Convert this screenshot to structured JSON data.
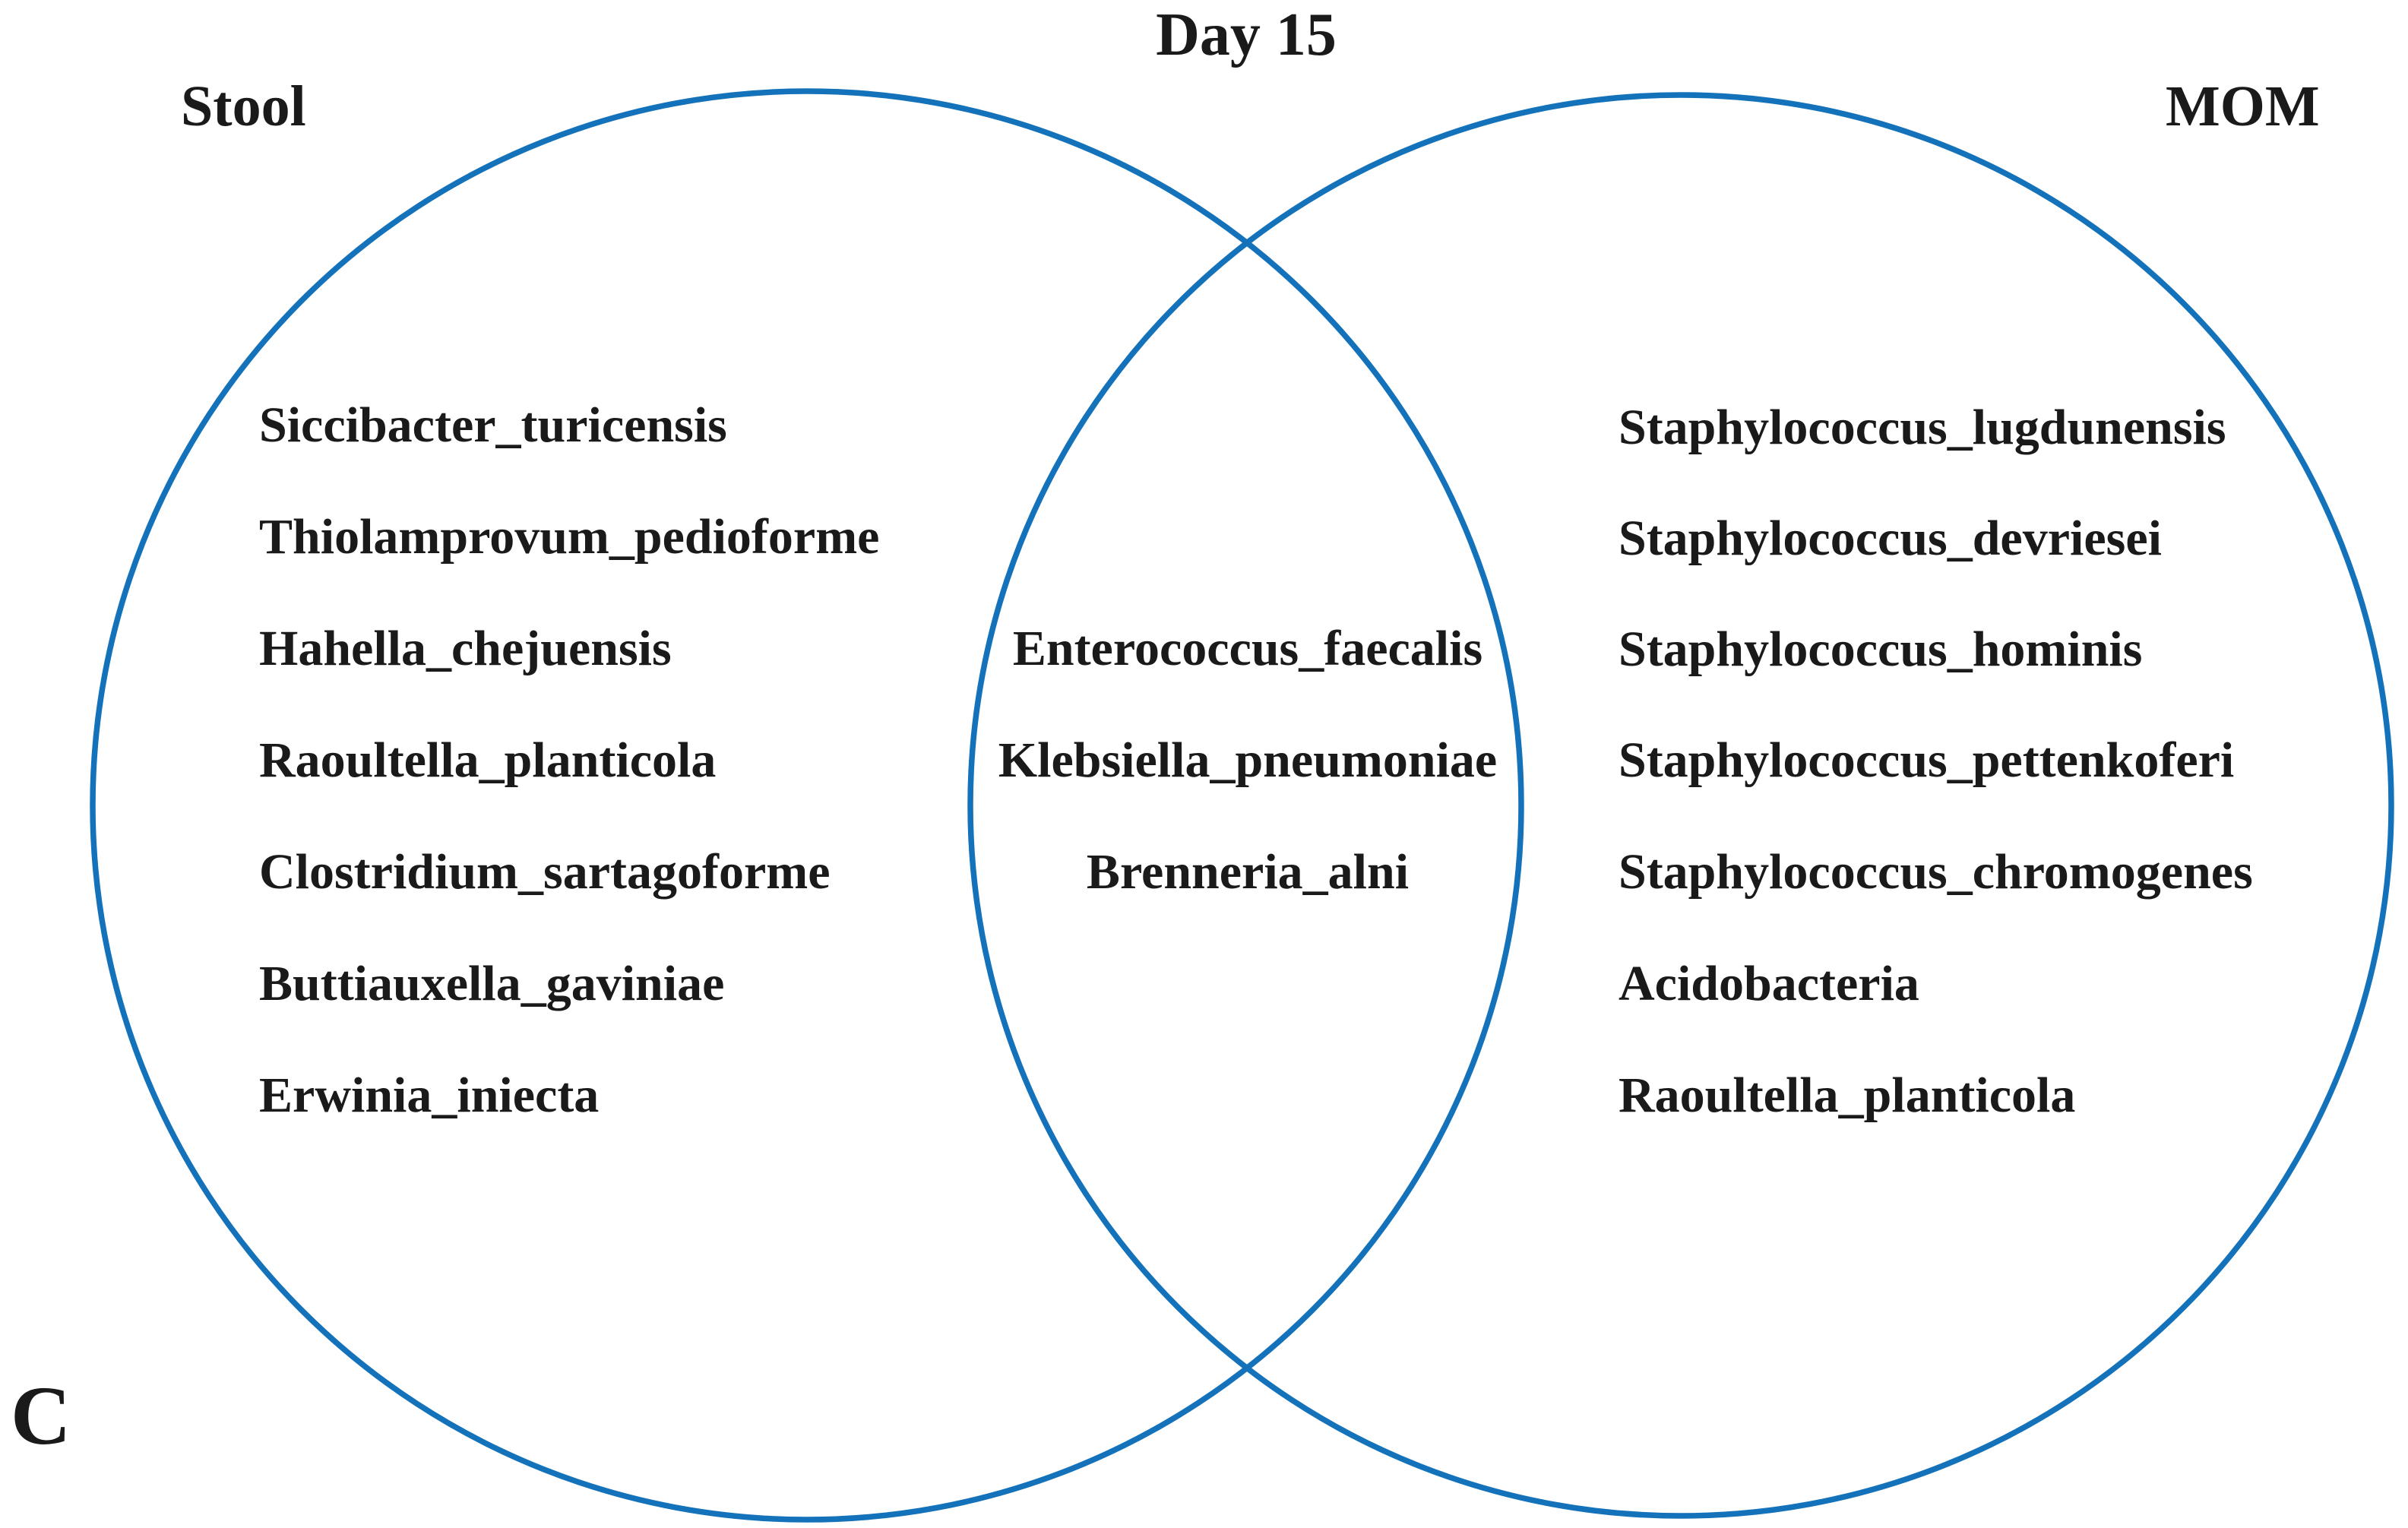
{
  "figure": {
    "title": "Day 15",
    "panel_label": "C",
    "colors": {
      "circle_stroke": "#1472ba",
      "text": "#1a1a1a"
    },
    "left_set": {
      "label": "Stool",
      "items": [
        "Siccibacter_turicensis",
        "Thiolamprovum_pedioforme",
        "Hahella_chejuensis",
        "Raoultella_planticola",
        "Clostridium_sartagoforme",
        "Buttiauxella_gaviniae",
        "Erwinia_iniecta"
      ]
    },
    "intersection": {
      "items": [
        "Enterococcus_faecalis",
        "Klebsiella_pneumoniae",
        "Brenneria_alni"
      ]
    },
    "right_set": {
      "label": "MOM",
      "items": [
        "Staphylococcus_lugdunensis",
        "Staphylococcus_devriesei",
        "Staphylococcus_hominis",
        "Staphylococcus_pettenkoferi",
        "Staphylococcus_chromogenes",
        "Acidobacteria",
        "Raoultella_planticola"
      ]
    }
  }
}
